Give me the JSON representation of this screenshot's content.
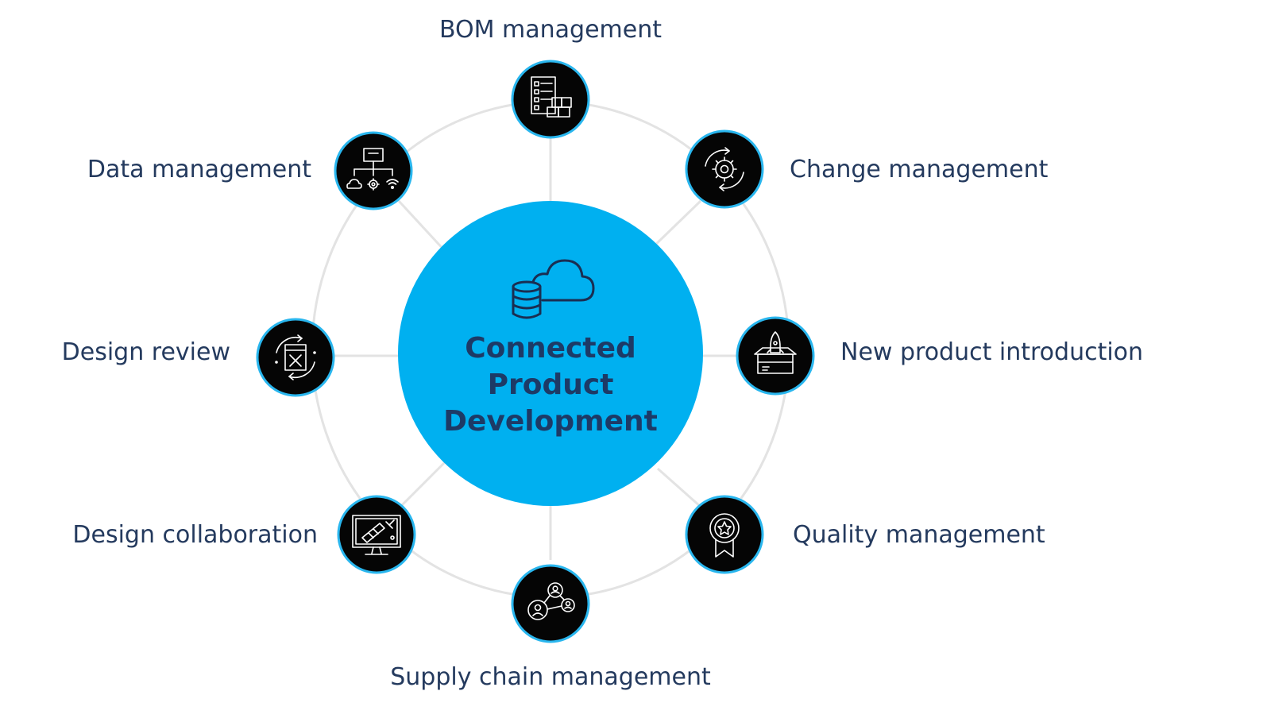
{
  "hub": {
    "title_lines": [
      "Connected",
      "Product",
      "Development"
    ],
    "icon": "cloud-database-icon",
    "color": "#00b0f0",
    "text_color": "#1d3a66"
  },
  "nodes": [
    {
      "id": "bom",
      "label": "BOM management",
      "icon": "bom-list-icon"
    },
    {
      "id": "change",
      "label": "Change management",
      "icon": "gear-cycle-icon"
    },
    {
      "id": "npi",
      "label": "New product introduction",
      "icon": "rocket-box-icon"
    },
    {
      "id": "quality",
      "label": "Quality management",
      "icon": "award-ribbon-icon"
    },
    {
      "id": "supply",
      "label": "Supply chain management",
      "icon": "people-network-icon"
    },
    {
      "id": "collab",
      "label": "Design collaboration",
      "icon": "monitor-design-icon"
    },
    {
      "id": "review",
      "label": "Design review",
      "icon": "review-cycle-icon"
    },
    {
      "id": "data",
      "label": "Data management",
      "icon": "hierarchy-icon"
    }
  ],
  "colors": {
    "node_fill": "#050505",
    "node_border": "#29b6ee",
    "connector": "#e3e3e3",
    "label_text": "#243a5e"
  }
}
